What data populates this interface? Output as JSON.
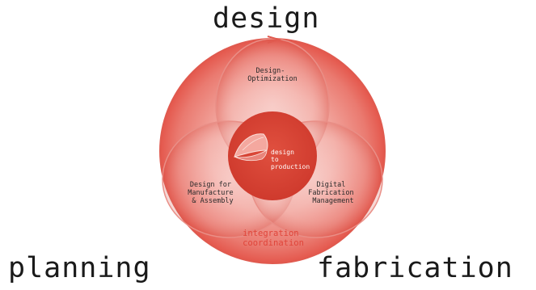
{
  "labels": {
    "top": "design",
    "bottom_left": "planning",
    "bottom_right": "fabrication"
  },
  "overlaps": {
    "top": [
      "Design-",
      "Optimization"
    ],
    "left": [
      "Design for",
      "Manufacture",
      "& Assembly"
    ],
    "right": [
      "Digital",
      "Fabrication",
      "Management"
    ],
    "center": [
      "design",
      "to",
      "production"
    ]
  },
  "ring_text": [
    "integration",
    "coordination"
  ],
  "colors": {
    "outer": "#e8675f",
    "inner": "#d84436",
    "ring_text": "#e0453a"
  }
}
